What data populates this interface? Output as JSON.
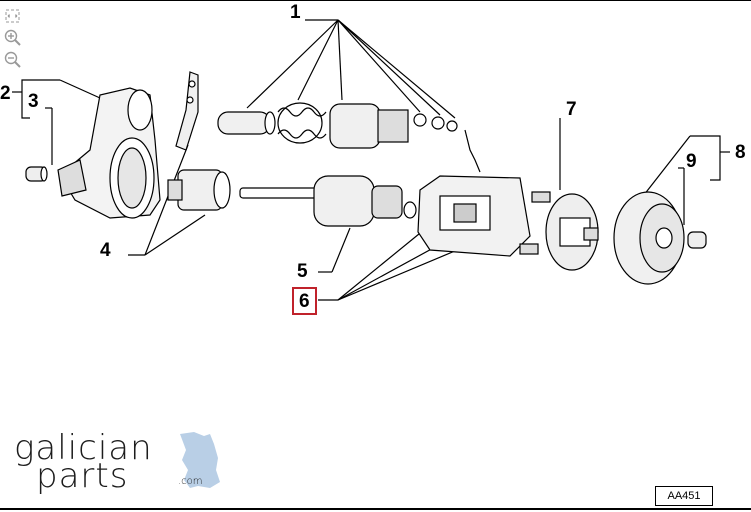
{
  "callouts": {
    "c1": "1",
    "c2": "2",
    "c3": "3",
    "c4": "4",
    "c5": "5",
    "c6": "6",
    "c7": "7",
    "c8": "8",
    "c9": "9"
  },
  "reference_code": "AA451",
  "logo": {
    "line1": "galician",
    "line2": "parts",
    "suffix": ".com"
  },
  "colors": {
    "highlight": "#c0222b",
    "logo_map": "#b9cfe6"
  },
  "icons": [
    "fit-view-icon",
    "zoom-in-icon",
    "zoom-out-icon"
  ]
}
